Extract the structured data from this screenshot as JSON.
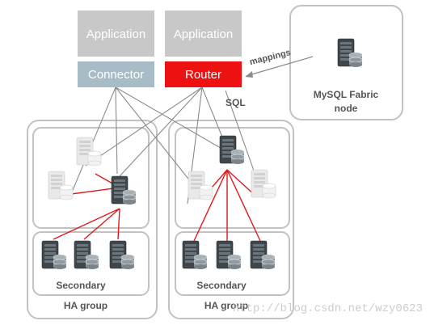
{
  "apps": {
    "left_label": "Application",
    "right_label": "Application"
  },
  "connector": {
    "label": "Connector"
  },
  "router": {
    "label": "Router"
  },
  "edge_labels": {
    "mappings": "mappings",
    "sql": "SQL"
  },
  "fabric_node": {
    "line1": "MySQL Fabric",
    "line2": "node"
  },
  "groups": [
    {
      "secondary_label": "Secondary",
      "group_label": "HA group"
    },
    {
      "secondary_label": "Secondary",
      "group_label": "HA group"
    }
  ],
  "watermark": "http://blog.csdn.net/wzy0623",
  "colors": {
    "app_fill": "#c8c8c8",
    "connector_fill": "#a7bcc7",
    "router_fill": "#ee1111",
    "link_red": "#dd1a1a",
    "link_gray": "#8a8a8a",
    "box_stroke": "#bdbdbd"
  },
  "icons": [
    "server-icon",
    "database-icon"
  ]
}
